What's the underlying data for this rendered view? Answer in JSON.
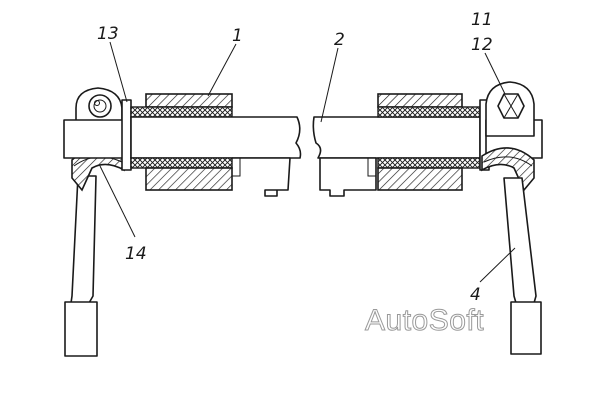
{
  "diagram": {
    "callouts": {
      "c1": "1",
      "c2": "2",
      "c4": "4",
      "c11": "11",
      "c12": "12",
      "c13": "13",
      "c14": "14"
    },
    "watermark": "AutoSoft"
  }
}
